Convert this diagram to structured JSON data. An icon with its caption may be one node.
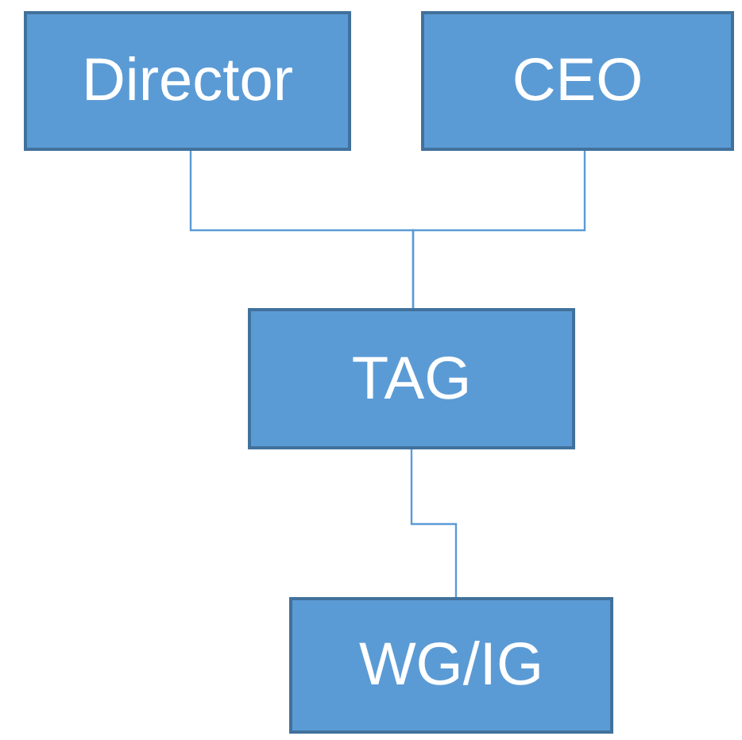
{
  "diagram": {
    "nodes": [
      {
        "text": [
          "Director"
        ]
      },
      {
        "text": [
          "CEO"
        ]
      },
      {
        "text": [
          "TAG"
        ]
      },
      {
        "text": [
          "WG/IG"
        ]
      }
    ],
    "edges": [
      {
        "from": 0,
        "to": 2,
        "arrow": "none"
      },
      {
        "from": 1,
        "to": 2,
        "arrow": "none"
      },
      {
        "from": 2,
        "to": 3,
        "arrow": "none"
      }
    ]
  }
}
